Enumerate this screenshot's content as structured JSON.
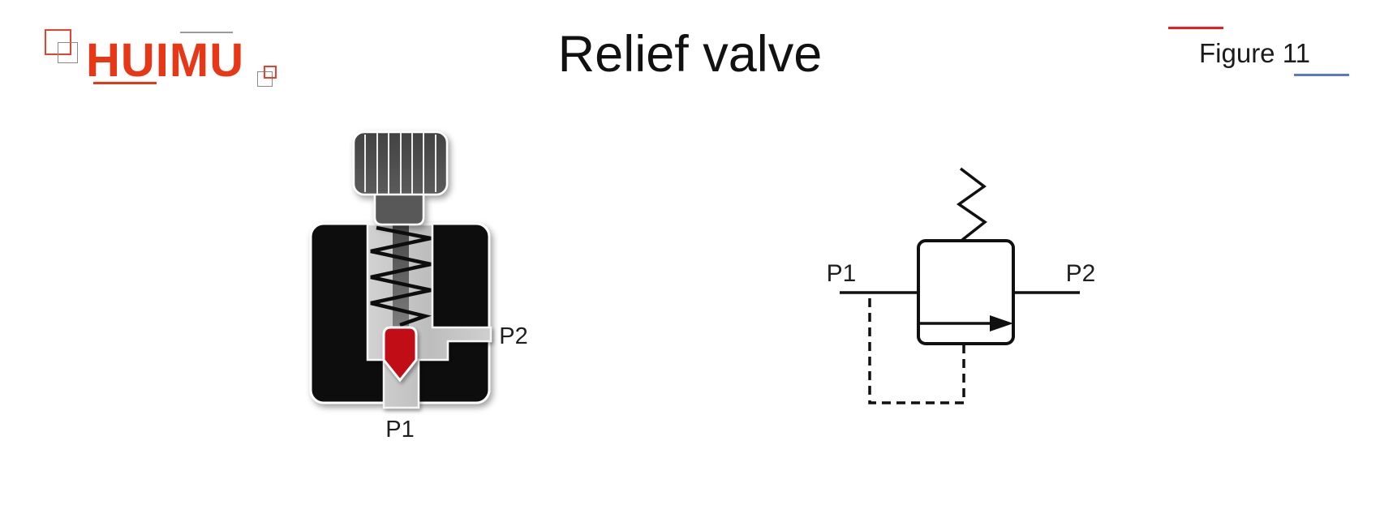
{
  "header": {
    "logo_text": "HUIMU",
    "title": "Relief valve",
    "figure_label": "Figure 11"
  },
  "illustration": {
    "name": "relief valve cross-section",
    "port_bottom_label": "P1",
    "port_side_label": "P2"
  },
  "schematic": {
    "name": "relief valve hydraulic symbol",
    "port_left_label": "P1",
    "port_right_label": "P2"
  },
  "colors": {
    "logo_red": "#e63816",
    "poppet_red": "#c11113",
    "valve_body_black": "#0b0b0b",
    "channel_gray": "#c3c3c3",
    "knob_gray": "#4c4c4c",
    "figure_line_red": "#ee1c1c",
    "figure_line_blue": "#5b76cd",
    "symbol_line_black": "#101010"
  }
}
